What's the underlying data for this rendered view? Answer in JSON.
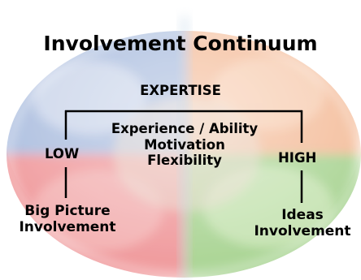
{
  "title": "Involvement Continuum",
  "top_label": "EXPERTISE",
  "center_lines": [
    "Experience / Ability",
    "Motivation",
    "Flexibility"
  ],
  "left_label": "LOW",
  "right_label": "HIGH",
  "bottom_left": [
    "Big Picture",
    "Involvement"
  ],
  "bottom_right": [
    "Ideas",
    "Involvement"
  ]
}
